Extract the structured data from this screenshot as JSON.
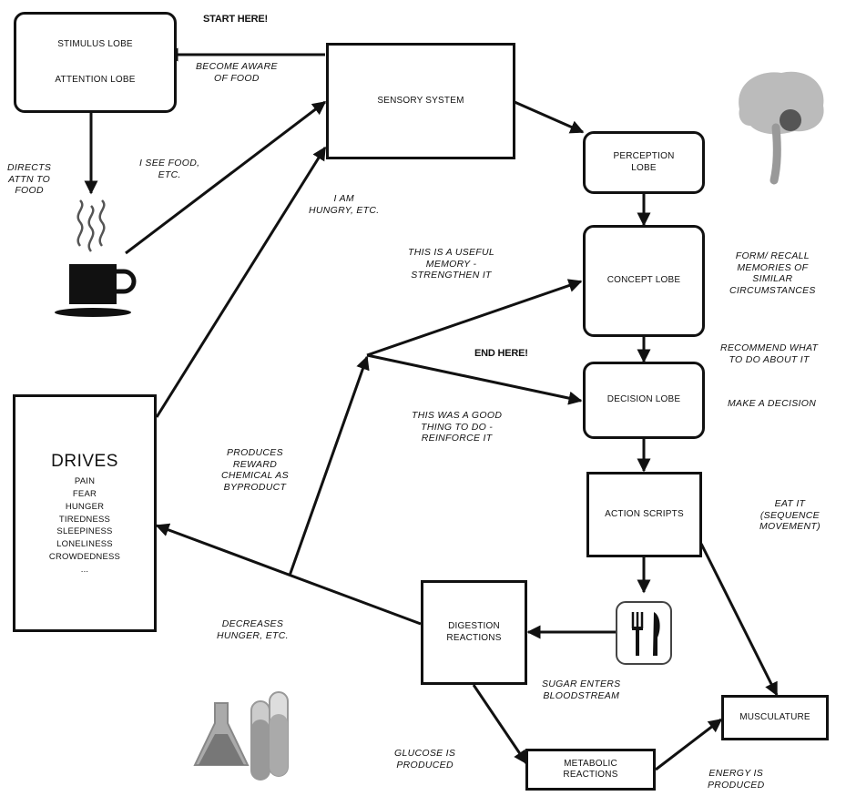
{
  "labels": {
    "start_here": "START HERE!",
    "end_here": "END HERE!"
  },
  "boxes": {
    "stimulus_lobe": "STIMULUS LOBE",
    "attention_lobe": "ATTENTION LOBE",
    "sensory_system": "SENSORY SYSTEM",
    "perception_lobe": "PERCEPTION\nLOBE",
    "concept_lobe": "CONCEPT LOBE",
    "decision_lobe": "DECISION LOBE",
    "action_scripts": "ACTION SCRIPTS",
    "digestion_reactions": "DIGESTION\nREACTIONS",
    "musculature": "MUSCULATURE",
    "metabolic_reactions": "METABOLIC\nREACTIONS",
    "drives_title": "DRIVES",
    "drives_items": [
      "PAIN",
      "FEAR",
      "HUNGER",
      "TIREDNESS",
      "SLEEPINESS",
      "LONELINESS",
      "CROWDEDNESS",
      "..."
    ]
  },
  "notes": {
    "become_aware": "BECOME AWARE\nOF FOOD",
    "directs_attn": "DIRECTS\nATTN TO\nFOOD",
    "i_see_food": "I SEE FOOD,\nETC.",
    "i_am_hungry": "I AM\nHUNGRY, ETC.",
    "useful_memory": "THIS IS A USEFUL\nMEMORY -\nSTRENGTHEN IT",
    "form_recall": "FORM/ RECALL\nMEMORIES OF\nSIMILAR\nCIRCUMSTANCES",
    "recommend": "RECOMMEND WHAT\nTO DO ABOUT IT",
    "make_decision": "MAKE A DECISION",
    "good_thing": "THIS WAS A GOOD\nTHING TO DO -\nREINFORCE IT",
    "produces_reward": "PRODUCES\nREWARD\nCHEMICAL AS\nBYPRODUCT",
    "eat_it": "EAT IT\n(SEQUENCE\nMOVEMENT)",
    "decreases_hunger": "DECREASES\nHUNGER, ETC.",
    "sugar_enters": "SUGAR ENTERS\nBLOODSTREAM",
    "glucose_produced": "GLUCOSE IS\nPRODUCED",
    "energy_produced": "ENERGY IS\nPRODUCED"
  },
  "icons": [
    "coffee-cup-icon",
    "brain-icon",
    "fork-knife-icon",
    "lab-flask-icon"
  ]
}
